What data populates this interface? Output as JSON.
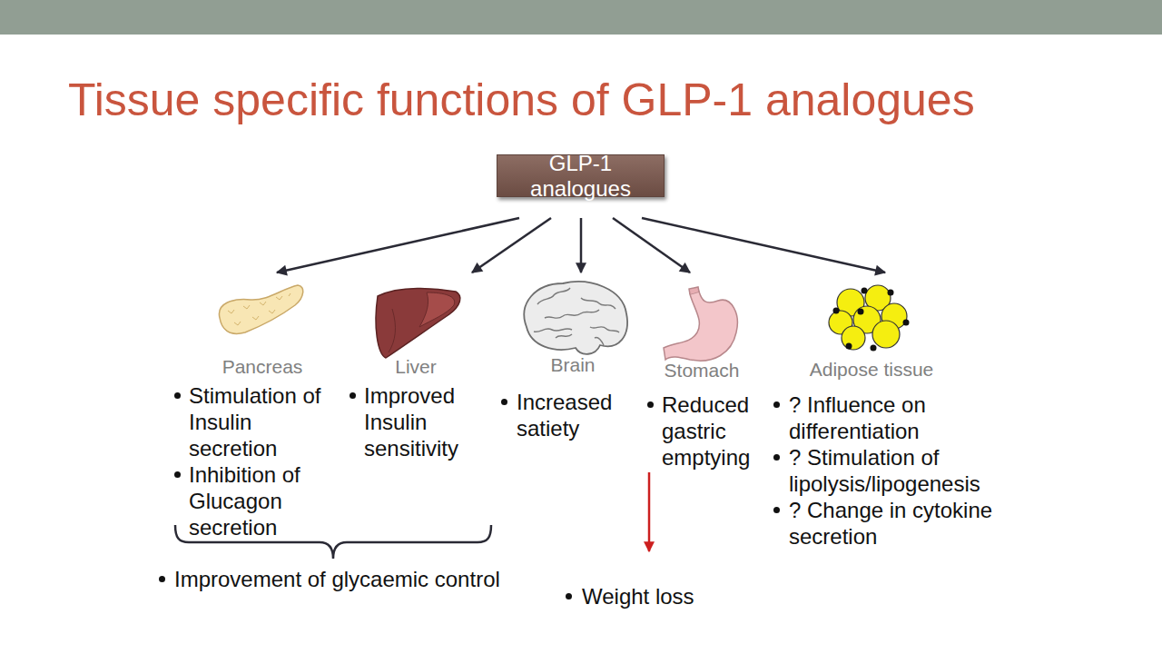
{
  "diagram": {
    "title": "Tissue specific functions of GLP-1 analogues",
    "nodes": [
      {
        "text": [
          "GLP-1 analogues"
        ]
      },
      {
        "text": [
          "Pancreas",
          "Stimulation of Insulin secretion",
          "Inhibition of Glucagon secretion"
        ]
      },
      {
        "text": [
          "Liver",
          "Improved Insulin sensitivity"
        ]
      },
      {
        "text": [
          "Brain",
          "Increased satiety"
        ]
      },
      {
        "text": [
          "Stomach",
          "Reduced gastric emptying"
        ]
      },
      {
        "text": [
          "Adipose tissue",
          "? Influence on differentiation",
          "? Stimulation of lipolysis/lipogenesis",
          "? Change in cytokine secretion"
        ]
      },
      {
        "text": [
          "Weight loss"
        ]
      }
    ],
    "edges": [
      {
        "from": 0,
        "to": 1,
        "arrow": "to"
      },
      {
        "from": 0,
        "to": 2,
        "arrow": "to"
      },
      {
        "from": 0,
        "to": 3,
        "arrow": "to"
      },
      {
        "from": 0,
        "to": 4,
        "arrow": "to"
      },
      {
        "from": 0,
        "to": 5,
        "arrow": "to"
      },
      {
        "from": 4,
        "to": 6,
        "arrow": "to"
      }
    ],
    "labels": [
      "Improvement of glycaemic control"
    ]
  }
}
